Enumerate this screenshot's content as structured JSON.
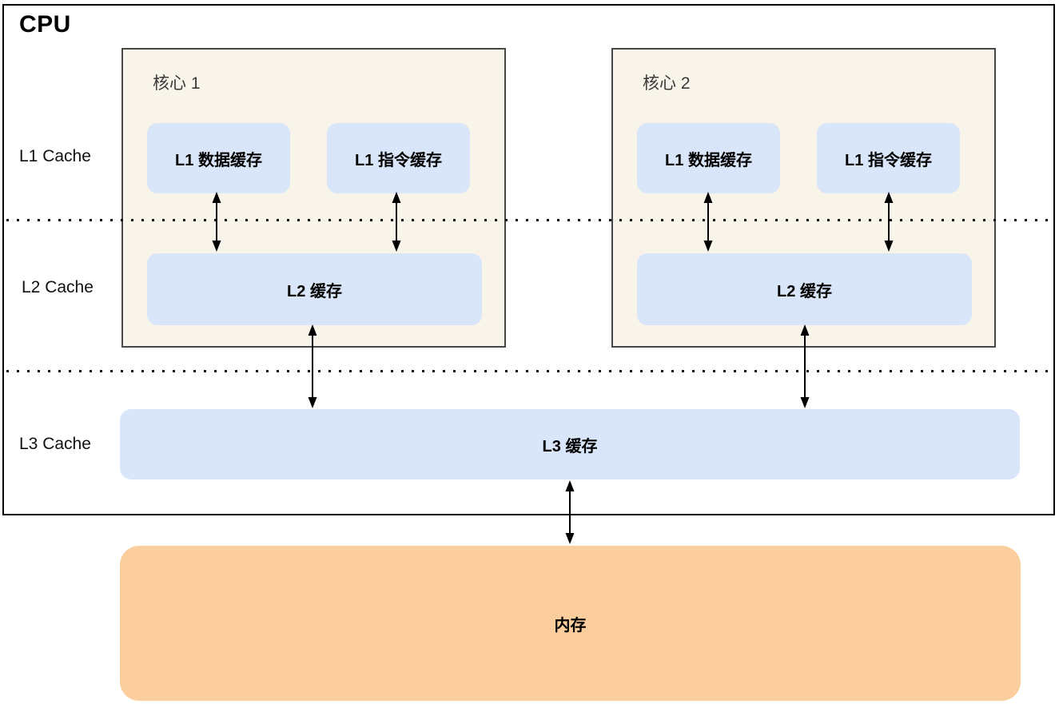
{
  "cpu": {
    "title": "CPU"
  },
  "row_labels": {
    "l1": "L1 Cache",
    "l2": "L2 Cache",
    "l3": "L3 Cache"
  },
  "cores": [
    {
      "title": "核心 1",
      "l1_data_label": "L1 数据缓存",
      "l1_instruction_label": "L1 指令缓存",
      "l2_label": "L2 缓存"
    },
    {
      "title": "核心 2",
      "l1_data_label": "L1 数据缓存",
      "l1_instruction_label": "L1 指令缓存",
      "l2_label": "L2 缓存"
    }
  ],
  "l3": {
    "label": "L3 缓存"
  },
  "memory": {
    "label": "内存"
  },
  "colors": {
    "core_background": "#f8f4e9",
    "cache_fill": "#d9e5f9",
    "memory_fill": "#fccd9d",
    "outline": "#000000",
    "core_border": "#474747"
  }
}
